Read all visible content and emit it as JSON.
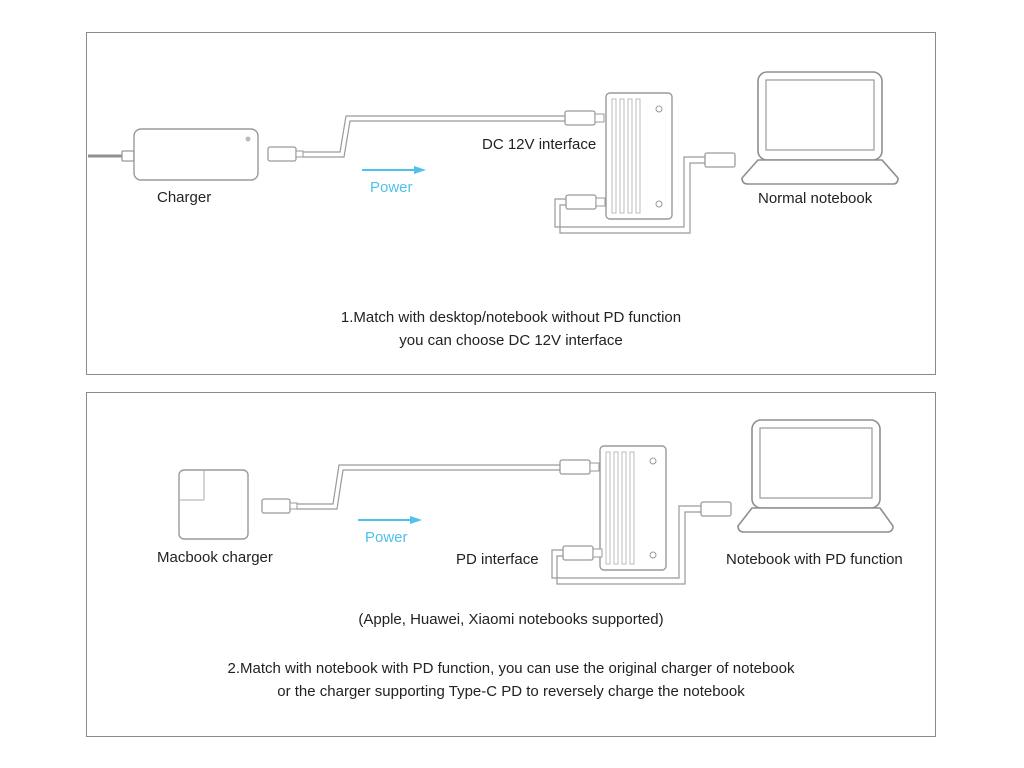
{
  "panel1": {
    "charger_label": "Charger",
    "power_label": "Power",
    "interface_label": "DC 12V interface",
    "notebook_label": "Normal notebook",
    "caption_line1": "1.Match with desktop/notebook without PD function",
    "caption_line2": "you can choose DC 12V interface"
  },
  "panel2": {
    "charger_label": "Macbook charger",
    "power_label": "Power",
    "interface_label": "PD interface",
    "notebook_label": "Notebook with PD function",
    "supported_note": "(Apple, Huawei, Xiaomi notebooks supported)",
    "caption_line1": "2.Match with notebook with PD function, you can use the original charger of notebook",
    "caption_line2": "or the charger supporting Type-C PD to reversely charge the notebook"
  },
  "colors": {
    "accent": "#4fc1ea",
    "line": "#9a9a9a",
    "border": "#8a8a8a"
  }
}
